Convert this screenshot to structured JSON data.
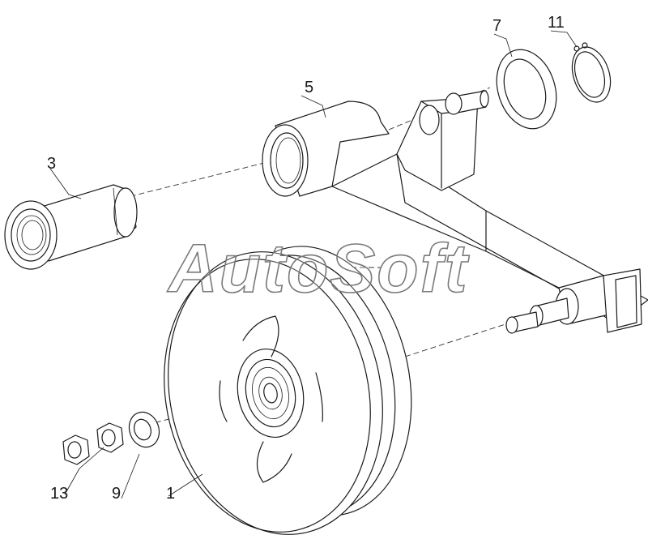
{
  "watermark": {
    "text": "AutoSoft"
  },
  "parts": [
    {
      "id": "part-3",
      "label": "3"
    },
    {
      "id": "part-5",
      "label": "5"
    },
    {
      "id": "part-7",
      "label": "7"
    },
    {
      "id": "part-11",
      "label": "11"
    },
    {
      "id": "part-1",
      "label": "1"
    },
    {
      "id": "part-9",
      "label": "9"
    },
    {
      "id": "part-13",
      "label": "13"
    }
  ],
  "colors": {
    "line": "#1a1a1a",
    "watermark_stroke": "#7a7a7a",
    "background": "#ffffff"
  }
}
